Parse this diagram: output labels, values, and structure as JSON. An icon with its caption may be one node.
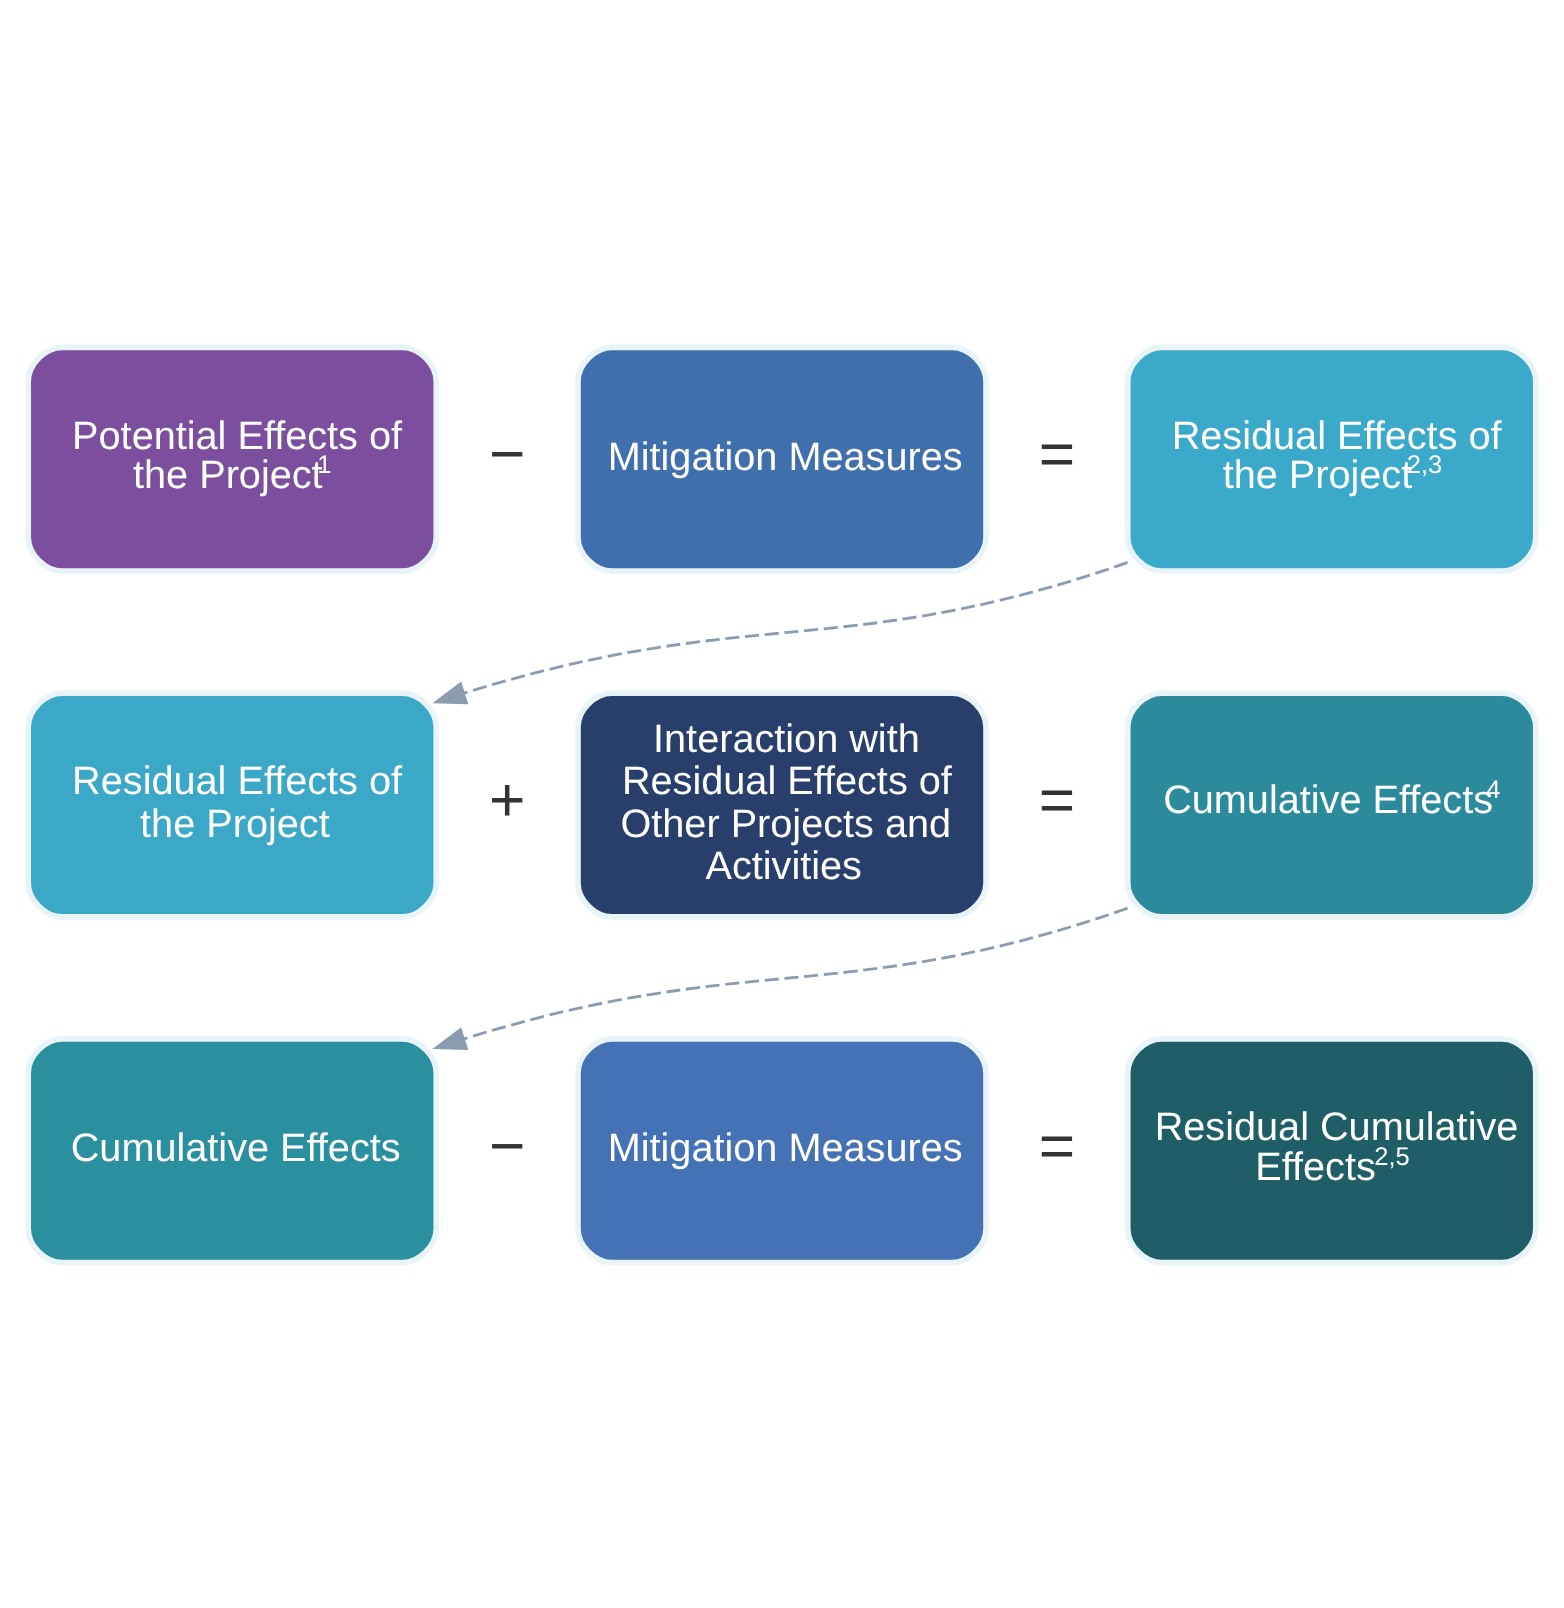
{
  "diagram": {
    "nodes": [
      {
        "text": [
          "Potential Effects of the Project$^{1}$"
        ]
      },
      {
        "text": [
          "Mitigation Measures"
        ]
      },
      {
        "text": [
          "Residual Effects of the Project$^{2,3}$"
        ]
      },
      {
        "text": [
          "Residual Effects of the Project"
        ]
      },
      {
        "text": [
          "Interaction with Residual Effects of Other Projects and Activities"
        ]
      },
      {
        "text": [
          "Cumulative Effects$^{4}$"
        ]
      },
      {
        "text": [
          "Cumulative Effects"
        ]
      },
      {
        "text": [
          "Mitigation Measures"
        ]
      },
      {
        "text": [
          "Residual Cumulative Effects$^{2,5}$"
        ]
      }
    ],
    "edges": [
      {
        "from": 2,
        "to": 3,
        "arrow": "to",
        "style": "dashed"
      },
      {
        "from": 5,
        "to": 6,
        "arrow": "to",
        "style": "dashed"
      }
    ],
    "labels": [
      "−",
      "=",
      "+",
      "=",
      "−",
      "="
    ]
  }
}
